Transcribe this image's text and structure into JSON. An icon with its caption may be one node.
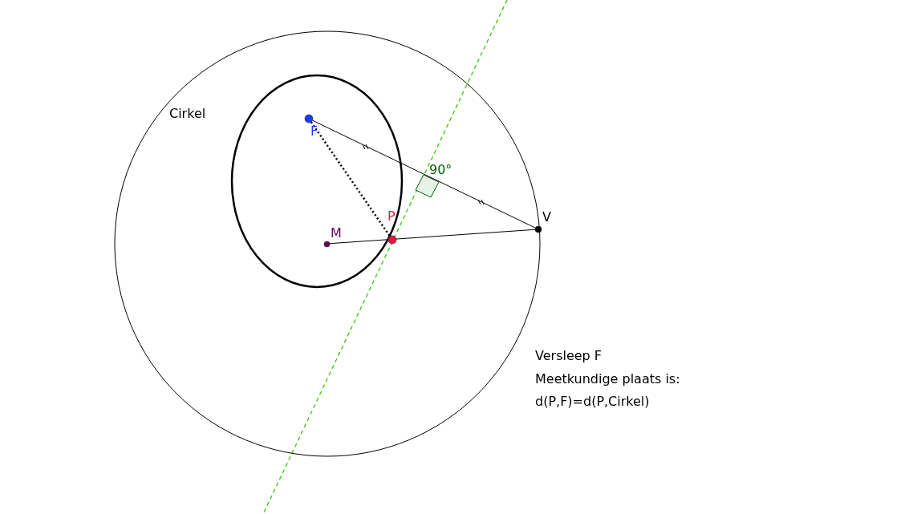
{
  "diagram": {
    "nodes": [
      {
        "text": [
          "Cirkel"
        ]
      },
      {
        "text": [],
        "shape": "ellipse",
        "in": 0
      },
      {
        "text": [
          "F"
        ],
        "in": 1
      },
      {
        "text": [
          "M"
        ],
        "in": 1
      },
      {
        "text": [
          "P"
        ],
        "in": 0
      },
      {
        "text": [
          "V"
        ],
        "in": 0
      }
    ],
    "edges": [
      {
        "from": 2,
        "to": 5,
        "arrow": "none"
      },
      {
        "from": 3,
        "to": 5,
        "arrow": "none"
      },
      {
        "from": 2,
        "to": 4,
        "arrow": "none",
        "style": "dashed"
      }
    ],
    "labels": [
      "90°",
      "Versleep F",
      "Meetkundige plaats is:",
      "d(P,F)=d(P,Cirkel)"
    ]
  }
}
